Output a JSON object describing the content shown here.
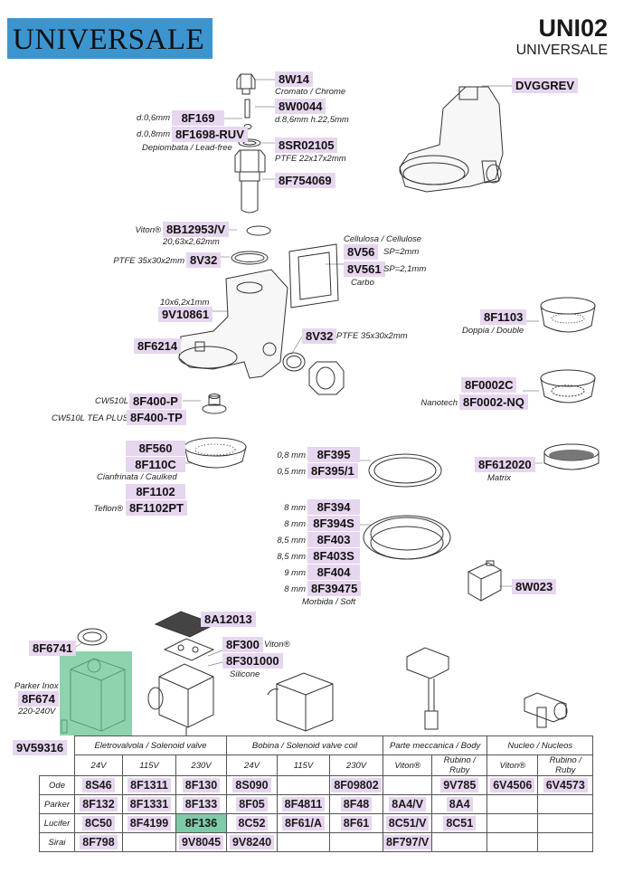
{
  "header": {
    "brand": "UNIVERSALE",
    "model": "UNI02",
    "subtitle": "UNIVERSALE"
  },
  "parts": {
    "p8W14": {
      "code": "8W14",
      "note": "Cromato / Chrome"
    },
    "p8W0044": {
      "code": "8W0044",
      "note": "d.8,6mm h.22,5mm"
    },
    "p8F169": {
      "code": "8F169",
      "note": "d.0,6mm"
    },
    "p8F1698": {
      "code": "8F1698-RUV",
      "note": "d.0,8mm",
      "note2": "Depiombata / Lead-free"
    },
    "p8SR02105": {
      "code": "8SR02105",
      "note": "PTFE 22x17x2mm"
    },
    "p8F754069": {
      "code": "8F754069"
    },
    "pDVGGREV": {
      "code": "DVGGREV"
    },
    "p8B12953": {
      "code": "8B12953/V",
      "note": "Viton®",
      "note2": "20,63x2,62mm"
    },
    "p8V32a": {
      "code": "8V32",
      "note": "PTFE 35x30x2mm"
    },
    "p8V56": {
      "code": "8V56",
      "note": "SP=2mm",
      "note_top": "Cellulosa / Cellulose"
    },
    "p8V561": {
      "code": "8V561",
      "note": "SP=2,1mm",
      "note_bottom": "Carbo"
    },
    "p9V10861": {
      "code": "9V10861",
      "note": "10x6,2x1mm"
    },
    "p8F1103": {
      "code": "8F1103",
      "note": "Doppia / Double"
    },
    "p8F6214": {
      "code": "8F6214"
    },
    "p8V32b": {
      "code": "8V32",
      "note": "PTFE 35x30x2mm"
    },
    "p8F0002C": {
      "code": "8F0002C"
    },
    "p8F0002NQ": {
      "code": "8F0002-NQ",
      "note": "Nanotech"
    },
    "p8F400P": {
      "code": "8F400-P",
      "note": "CW510L"
    },
    "p8F400TP": {
      "code": "8F400-TP",
      "note": "CW510L TEA PLUS"
    },
    "p8F560": {
      "code": "8F560"
    },
    "p8F110C": {
      "code": "8F110C",
      "note": "Cianfrinata / Caulked"
    },
    "p8F1102": {
      "code": "8F1102"
    },
    "p8F1102PT": {
      "code": "8F1102PT",
      "note": "Teflon®"
    },
    "p8F395": {
      "code": "8F395",
      "note": "0,8 mm"
    },
    "p8F3951": {
      "code": "8F395/1",
      "note": "0,5 mm"
    },
    "p8F612020": {
      "code": "8F612020",
      "note": "Matrix"
    },
    "p8F394": {
      "code": "8F394",
      "note": "8 mm"
    },
    "p8F394S": {
      "code": "8F394S",
      "note": "8 mm"
    },
    "p8F403": {
      "code": "8F403",
      "note": "8,5 mm"
    },
    "p8F403S": {
      "code": "8F403S",
      "note": "8,5 mm"
    },
    "p8F404": {
      "code": "8F404",
      "note": "9 mm"
    },
    "p8F39475": {
      "code": "8F39475",
      "note": "8 mm",
      "note2": "Morbida / Soft"
    },
    "p8W023": {
      "code": "8W023"
    },
    "p8A12013": {
      "code": "8A12013"
    },
    "p8F6741": {
      "code": "8F6741"
    },
    "p8F300": {
      "code": "8F300",
      "note": "Viton®"
    },
    "p8F301000": {
      "code": "8F301000",
      "note": "Silicone"
    },
    "p8F674": {
      "code": "8F674",
      "note": "Parker Inox",
      "note2": "220-240V"
    },
    "p9V59316": {
      "code": "9V59316"
    }
  },
  "table": {
    "groups": [
      "Eletrovalvola / Solenoid valve",
      "Bobina / Solenoid valve coil",
      "Parte meccanica / Body",
      "Nucleo / Nucleos"
    ],
    "subheaders": [
      "24V",
      "115V",
      "230V",
      "24V",
      "115V",
      "230V",
      "Viton®",
      "Rubino / Ruby",
      "Viton®",
      "Rubino / Ruby"
    ],
    "rows": [
      {
        "label": "Ode",
        "cells": [
          "8S46",
          "8F1311",
          "8F130",
          "8S090",
          "",
          "8F09802",
          "",
          "9V785",
          "6V4506",
          "6V4573"
        ]
      },
      {
        "label": "Parker",
        "cells": [
          "8F132",
          "8F1331",
          "8F133",
          "8F05",
          "8F4811",
          "8F48",
          "8A4/V",
          "8A4",
          "",
          ""
        ]
      },
      {
        "label": "Lucifer",
        "cells": [
          "8C50",
          "8F4199",
          "8F136",
          "8C52",
          "8F61/A",
          "8F61",
          "8C51/V",
          "8C51",
          "",
          ""
        ]
      },
      {
        "label": "Sirai",
        "cells": [
          "8F798",
          "",
          "9V8045",
          "9V8240",
          "",
          "",
          "8F797/V",
          "",
          "",
          ""
        ]
      }
    ]
  }
}
